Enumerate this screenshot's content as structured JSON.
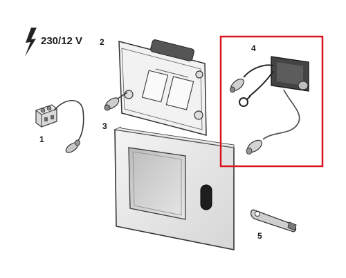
{
  "voltage": {
    "label": "230/12 V"
  },
  "parts": [
    {
      "number": "1"
    },
    {
      "number": "2"
    },
    {
      "number": "3"
    },
    {
      "number": "4"
    },
    {
      "number": "5"
    }
  ],
  "highlight": {
    "color": "#d9141a"
  },
  "icon": "lightning-bolt-icon"
}
